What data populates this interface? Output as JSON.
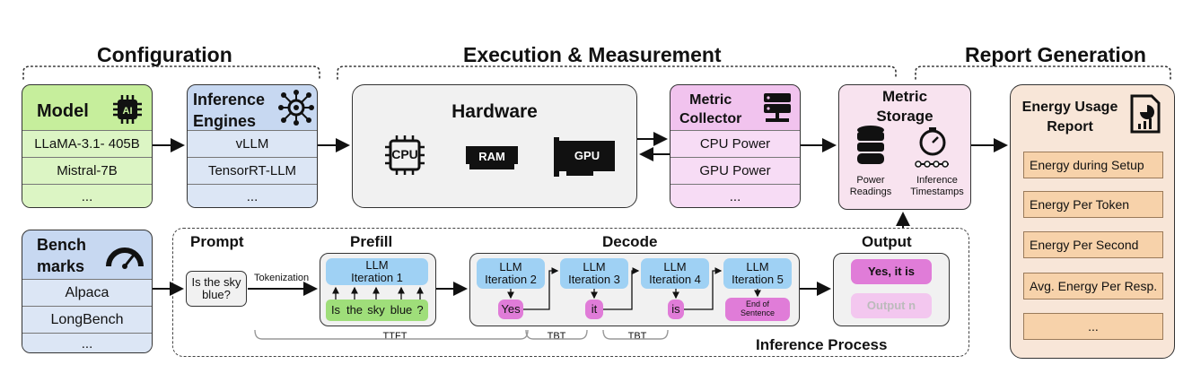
{
  "sections": {
    "configuration": "Configuration",
    "execution": "Execution & Measurement",
    "report": "Report Generation"
  },
  "model": {
    "title": "Model",
    "items": [
      "LLaMA-3.1- 405B",
      "Mistral-7B",
      "..."
    ]
  },
  "engines": {
    "title_line1": "Inference",
    "title_line2": "Engines",
    "items": [
      "vLLM",
      "TensorRT-LLM",
      "..."
    ]
  },
  "benchmarks": {
    "title_line1": "Bench",
    "title_line2": "marks",
    "items": [
      "Alpaca",
      "LongBench",
      "..."
    ]
  },
  "hardware": {
    "title": "Hardware",
    "chips": [
      "CPU",
      "RAM",
      "GPU"
    ]
  },
  "collector": {
    "title_line1": "Metric",
    "title_line2": "Collector",
    "items": [
      "CPU Power",
      "GPU Power",
      "..."
    ]
  },
  "storage": {
    "title_line1": "Metric",
    "title_line2": "Storage",
    "power_line1": "Power",
    "power_line2": "Readings",
    "infer_line1": "Inference",
    "infer_line2": "Timestamps"
  },
  "report": {
    "title_line1": "Energy Usage",
    "title_line2": "Report",
    "items": [
      "Energy during Setup",
      "Energy Per Token",
      "Energy Per Second",
      "Avg. Energy Per Resp.",
      "..."
    ]
  },
  "inference": {
    "prompt_label": "Prompt",
    "prompt_line1": "Is the sky",
    "prompt_line2": "blue?",
    "tokenization": "Tokenization",
    "prefill_label": "Prefill",
    "prefill_llm": "LLM",
    "prefill_iter": "Iteration 1",
    "tokens": [
      "Is",
      "the",
      "sky",
      "blue",
      "?"
    ],
    "decode_label": "Decode",
    "iterations": [
      {
        "llm": "LLM",
        "iter": "Iteration 2",
        "token": "Yes"
      },
      {
        "llm": "LLM",
        "iter": "Iteration 3",
        "token": "it"
      },
      {
        "llm": "LLM",
        "iter": "Iteration 4",
        "token": "is"
      },
      {
        "llm": "LLM",
        "iter": "Iteration 5",
        "token_line1": "End of",
        "token_line2": "Sentence"
      }
    ],
    "output_label": "Output",
    "output_1": "Yes, it is",
    "output_n": "Output n",
    "ttft": "TTFT",
    "tbt_1": "TBT",
    "tbt_2": "TBT",
    "process_label": "Inference Process"
  },
  "colors": {
    "green": "#c6ee9c",
    "green_light": "#dcf5c4",
    "blue": "#c7d8f1",
    "blue_light": "#dce6f5",
    "gray": "#f1f1f1",
    "pink": "#f1c3ee",
    "pink_light": "#f7dcf5",
    "peach": "#f8e6d8",
    "llm_blue": "#9fd1f4",
    "token_green": "#9fde7a",
    "token_pink": "#e07cd8"
  }
}
